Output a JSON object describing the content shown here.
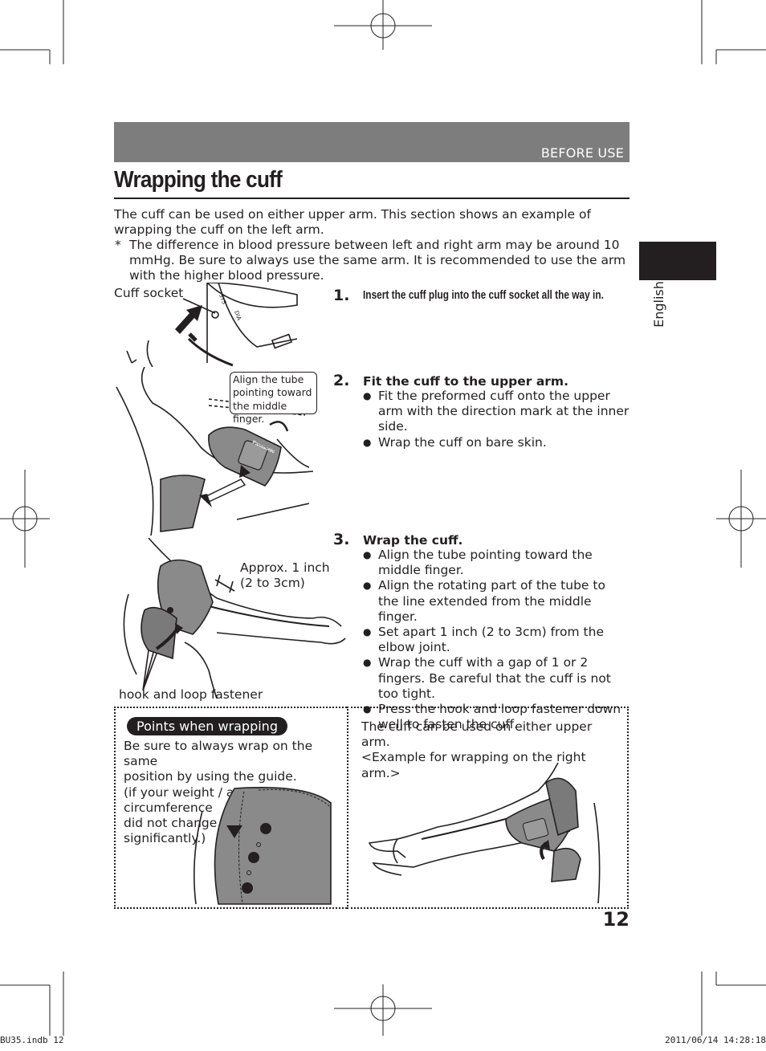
{
  "header": {
    "section_label": "BEFORE USE",
    "title": "Wrapping the cuff"
  },
  "side_tab": {
    "language": "English"
  },
  "intro": {
    "text": "The cuff can be used on either upper arm. This section shows an example of wrapping the cuff on the left arm.",
    "note_marker": "*",
    "note": "The difference in blood pressure between left and right arm may be around 10 mmHg. Be sure to always use the same arm. It is recommended to use the arm with the higher blood pressure."
  },
  "figures": {
    "cuff_socket_label": "Cuff socket",
    "monitor_sys_label": "SYS",
    "monitor_dia_label": "DIA",
    "align_tube_label": [
      "Align the tube",
      "pointing toward",
      "the middle finger."
    ],
    "approx_label": [
      "Approx. 1 inch",
      "(2 to 3cm)"
    ],
    "fastener_label": "hook and loop fastener",
    "brand_label": "Panasonic"
  },
  "steps": [
    {
      "number": "1.",
      "heading": "Insert the cuff plug into the cuff socket all the way in.",
      "bullets": []
    },
    {
      "number": "2.",
      "heading": "Fit the cuff to the upper arm.",
      "bullets": [
        "Fit the preformed cuff onto the upper arm with the direction mark at the inner side.",
        "Wrap the cuff on bare skin."
      ]
    },
    {
      "number": "3.",
      "heading": "Wrap the cuff.",
      "bullets": [
        "Align the tube pointing toward the middle finger.",
        "Align the rotating part of the tube to the line extended from the middle finger.",
        "Set apart 1 inch (2 to 3cm) from the elbow joint.",
        "Wrap the cuff with a gap of 1 or 2 fingers. Be careful that the cuff is not too tight.",
        "Press the hook and loop fastener down well to fasten the cuff."
      ]
    }
  ],
  "points_box": {
    "pill_label": "Points when wrapping",
    "text_lines": [
      "Be sure to always wrap on the same",
      "position by using the guide.",
      "(if your weight / arm circumference",
      "did not change",
      "significantly.)"
    ]
  },
  "right_box": {
    "lines": [
      "The cuff can be used on either upper arm.",
      "<Example for wrapping on the right arm.>"
    ]
  },
  "page_number": "12",
  "footer": {
    "file_label": "BU35.indb   12",
    "timestamp": "2011/06/14   14:28:18"
  }
}
